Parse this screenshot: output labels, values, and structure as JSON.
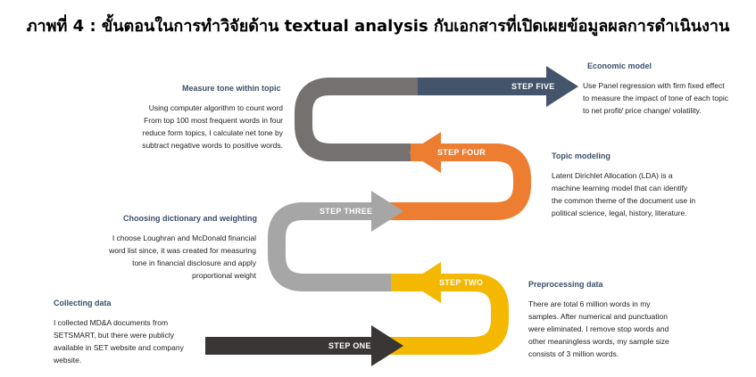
{
  "title": "ภาพที่ 4 : ขั้นตอนในการทำวิจัยด้าน textual analysis กับเอกสารที่เปิดเผยข้อมูลผลการดำเนินงาน",
  "colors": {
    "step_one": "#3a3636",
    "step_two": "#f5b800",
    "step_three": "#a6a6a6",
    "step_four": "#ed7d31",
    "step_five": "#44546a",
    "mid_loop": "#767171",
    "heading": "#3d4f6b"
  },
  "steps": [
    {
      "label": "STEP ONE"
    },
    {
      "label": "STEP TWO"
    },
    {
      "label": "STEP THREE"
    },
    {
      "label": "STEP FOUR"
    },
    {
      "label": "STEP FIVE"
    }
  ],
  "blocks": {
    "collecting": {
      "heading": "Collecting data",
      "lines": [
        "I collected MD&A documents from",
        "SETSMART, but there were publicly",
        "available in SET website and company",
        "website."
      ]
    },
    "preprocessing": {
      "heading": "Preprocessing data",
      "lines": [
        "There are total 6 million words in my",
        "samples. After numerical and punctuation",
        "were eliminated. I remove stop words and",
        "other meaningless words, my sample size",
        "consists of 3 million words."
      ]
    },
    "dictionary": {
      "heading": "Choosing dictionary and weighting",
      "lines": [
        "I choose Loughran and McDonald financial",
        "word list since, it was created for measuring",
        "tone in financial disclosure and apply",
        "proportional weight"
      ]
    },
    "topic": {
      "heading": "Topic modeling",
      "lines": [
        "Latent Dirichlet Allocation (LDA) is a",
        "machine learning model that can identify",
        "the common theme of the document use in",
        "political science, legal, history, literature."
      ]
    },
    "tone": {
      "heading": "Measure tone within topic",
      "lines": [
        "Using computer algorithm to count word",
        "From top 100 most frequent words in four",
        "reduce form topics, I calculate net tone by",
        "subtract negative words to positive words."
      ]
    },
    "economic": {
      "heading": "Economic model",
      "lines": [
        "Use Panel regression with firm fixed effect",
        "to measure the impact of tone of each topic",
        "to net profit/ price change/ volatility."
      ]
    }
  }
}
